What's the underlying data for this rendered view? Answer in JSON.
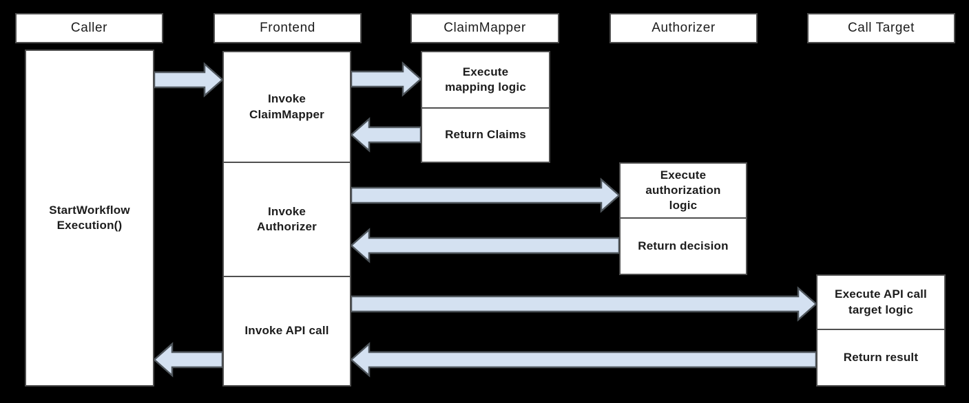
{
  "colors": {
    "background": "#000000",
    "box_fill": "#ffffff",
    "box_border": "#4f4f4f",
    "arrow_fill": "#d4e1f1",
    "arrow_border": "#4f565c",
    "text": "#1c1c1c"
  },
  "lifelines": {
    "caller": {
      "title": "Caller"
    },
    "frontend": {
      "title": "Frontend"
    },
    "claim_mapper": {
      "title": "ClaimMapper"
    },
    "authorizer": {
      "title": "Authorizer"
    },
    "call_target": {
      "title": "Call Target"
    }
  },
  "steps": {
    "caller_message": "StartWorkflow\nExecution()",
    "frontend_invoke_claim_mapper": "Invoke\nClaimMapper",
    "frontend_invoke_authorizer": "Invoke\nAuthorizer",
    "frontend_invoke_api_call": "Invoke API call",
    "claim_mapper_execute": "Execute\nmapping logic",
    "claim_mapper_return": "Return Claims",
    "authorizer_execute": "Execute\nauthorization\nlogic",
    "authorizer_return": "Return decision",
    "call_target_execute": "Execute API call\ntarget logic",
    "call_target_return": "Return result"
  }
}
